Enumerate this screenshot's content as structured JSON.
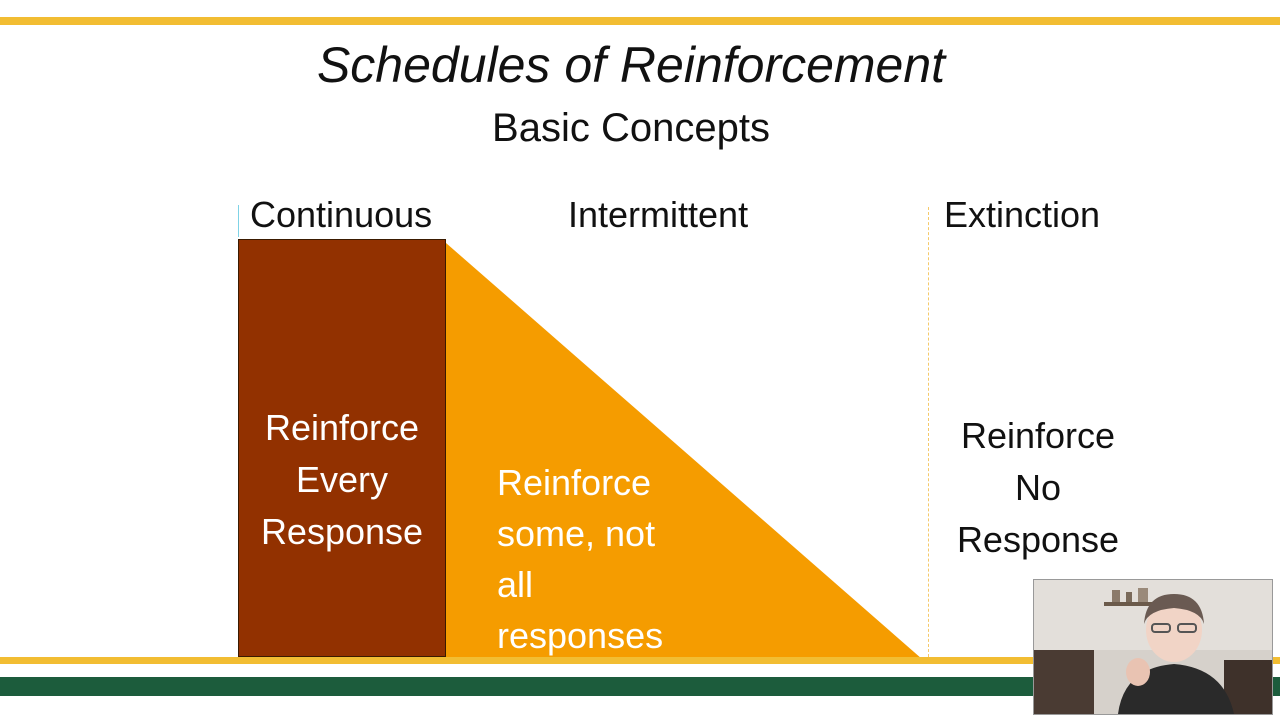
{
  "slide": {
    "title": "Schedules of Reinforcement",
    "subtitle": "Basic Concepts"
  },
  "columns": {
    "continuous": {
      "heading": "Continuous",
      "lines": [
        "Reinforce",
        "Every",
        "Response"
      ]
    },
    "intermittent": {
      "heading": "Intermittent",
      "lines": [
        "Reinforce",
        "some, not",
        "all",
        "responses"
      ]
    },
    "extinction": {
      "heading": "Extinction",
      "lines": [
        "Reinforce",
        "No",
        "Response"
      ]
    }
  },
  "colors": {
    "accent_yellow": "#f2bd32",
    "bottom_green": "#1c5c3c",
    "continuous_fill": "#923100",
    "intermittent_fill": "#f59c00"
  },
  "webcam": {
    "icon": "presenter-video-feed"
  }
}
